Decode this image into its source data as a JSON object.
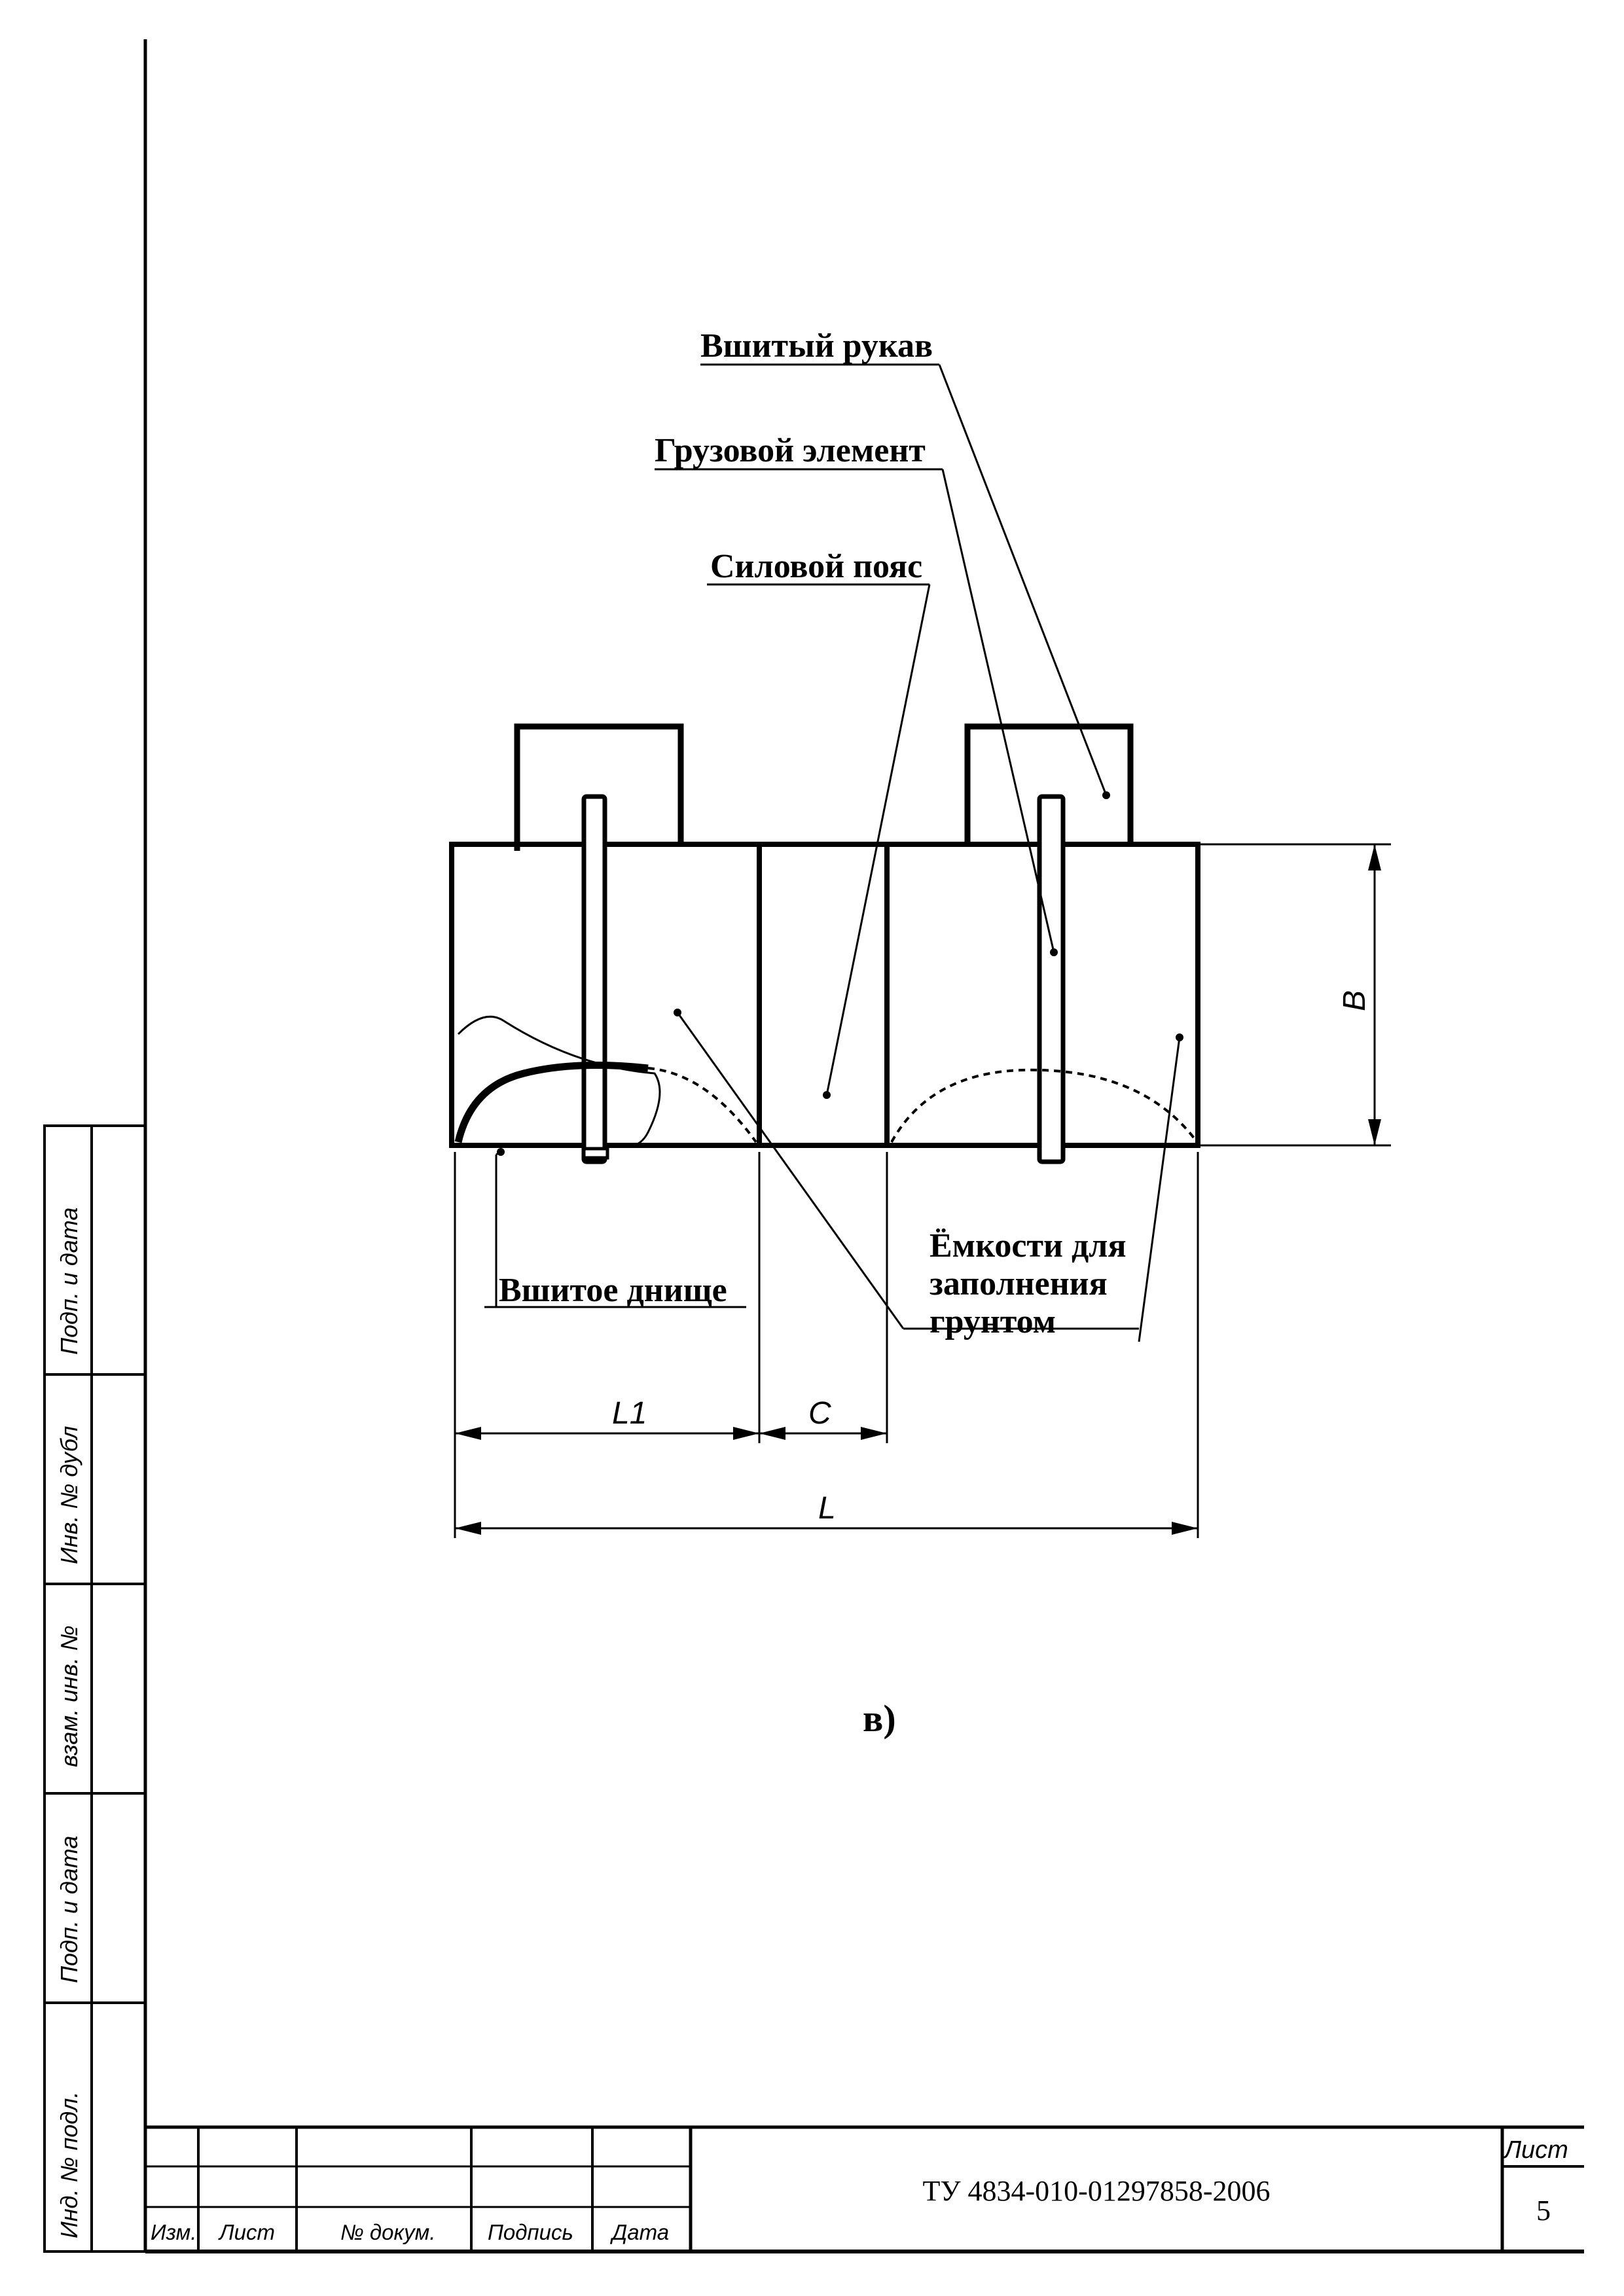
{
  "drawing": {
    "labels": {
      "sleeve": "Вшитый рукав",
      "weight_element": "Грузовой элемент",
      "power_belt": "Силовой пояс",
      "bottom": "Вшитое днище",
      "containers_line1": "Ёмкости для",
      "containers_line2": "заполнения",
      "containers_line3": "грунтом"
    },
    "dimensions": {
      "B": "B",
      "L1": "L1",
      "C": "C",
      "L": "L"
    },
    "figure_caption": "в)"
  },
  "side_stamp": {
    "field1": "Подп. и дата",
    "field2": "Инв. № дубл",
    "field3": "взам. инв. №",
    "field4": "Подп. и дата",
    "field5": "Инд. № подл."
  },
  "title_block": {
    "col_izm": "Изм.",
    "col_list": "Лист",
    "col_doc": "№ докум.",
    "col_sign": "Подпись",
    "col_date": "Дата",
    "doc_code": "ТУ 4834-010-01297858-2006",
    "sheet_label": "Лист",
    "sheet_number": "5"
  }
}
